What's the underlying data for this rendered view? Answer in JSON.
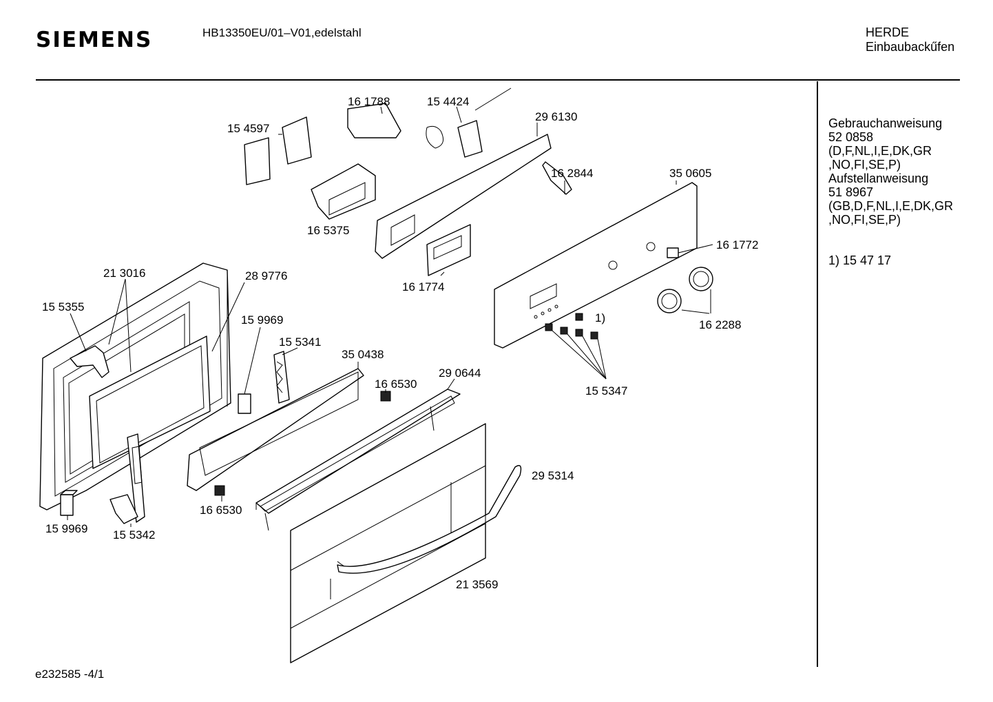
{
  "header": {
    "brand": "SIEMENS",
    "model": "HB13350EU/01–V01,edelstahl",
    "category_line1": "HERDE",
    "category_line2": "Einbaubackűfen"
  },
  "sidebar": {
    "lines": [
      "Gebrauchanweisung",
      "52 0858",
      "(D,F,NL,I,E,DK,GR",
      ",NO,FI,SE,P)",
      "Aufstellanweisung",
      "51 8967",
      "(GB,D,F,NL,I,E,DK,GR",
      ",NO,FI,SE,P)"
    ],
    "footnote": "1)  15 47 17"
  },
  "footer": {
    "doc_id": "e232585   -4/1"
  },
  "parts": [
    {
      "id": "p1",
      "label": "16 1788"
    },
    {
      "id": "p2",
      "label": "15 4424"
    },
    {
      "id": "p3",
      "label": "29 6130"
    },
    {
      "id": "p4",
      "label": "15 4597"
    },
    {
      "id": "p5",
      "label": "16 2844"
    },
    {
      "id": "p6",
      "label": "35 0605"
    },
    {
      "id": "p7",
      "label": "16 5375"
    },
    {
      "id": "p8",
      "label": "16 1772"
    },
    {
      "id": "p9",
      "label": "16 1774"
    },
    {
      "id": "p10",
      "label": "21 3016"
    },
    {
      "id": "p11",
      "label": "28 9776"
    },
    {
      "id": "p12",
      "label": "15 5355"
    },
    {
      "id": "p13",
      "label": "1)"
    },
    {
      "id": "p14",
      "label": "16 2288"
    },
    {
      "id": "p15",
      "label": "15 9969"
    },
    {
      "id": "p16",
      "label": "15 5341"
    },
    {
      "id": "p17",
      "label": "35 0438"
    },
    {
      "id": "p18",
      "label": "16 6530"
    },
    {
      "id": "p19",
      "label": "29 0644"
    },
    {
      "id": "p20",
      "label": "15 5347"
    },
    {
      "id": "p21",
      "label": "29 5314"
    },
    {
      "id": "p22",
      "label": "16 6530"
    },
    {
      "id": "p23",
      "label": "15 9969"
    },
    {
      "id": "p24",
      "label": "15 5342"
    },
    {
      "id": "p25",
      "label": "21 3569"
    }
  ]
}
